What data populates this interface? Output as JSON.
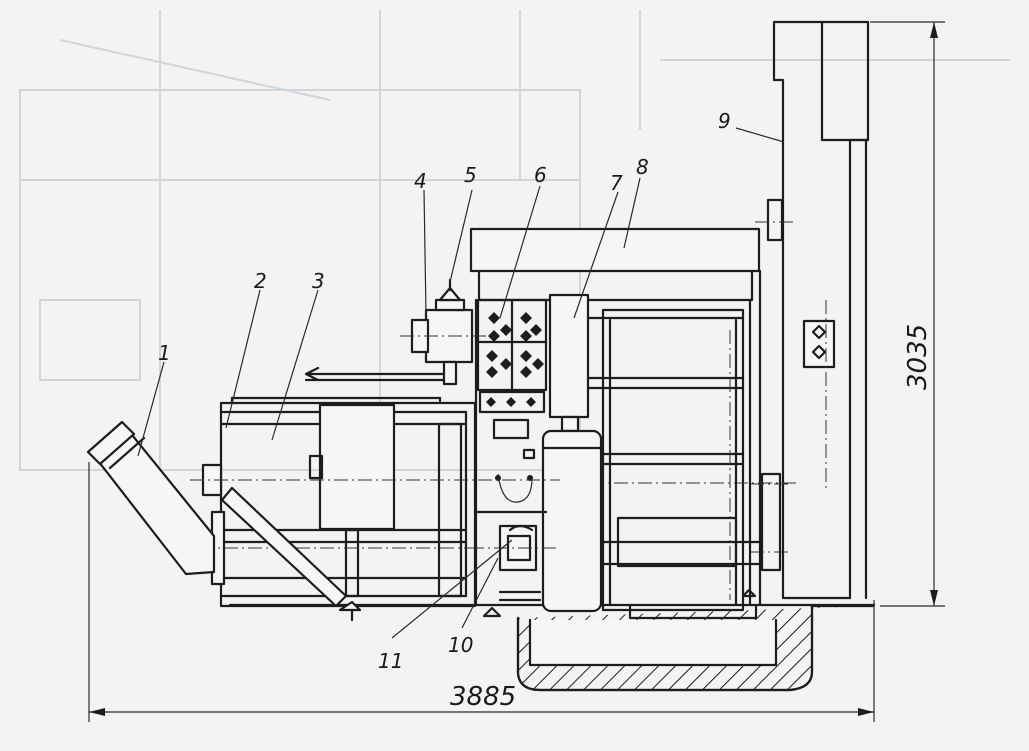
{
  "callouts": {
    "c1": "1",
    "c2": "2",
    "c3": "3",
    "c4": "4",
    "c5": "5",
    "c6": "6",
    "c7": "7",
    "c8": "8",
    "c9": "9",
    "c10": "10",
    "c11": "11"
  },
  "dimensions": {
    "width": "3885",
    "height": "3035"
  },
  "colors": {
    "paper": "#f4f3f1",
    "ink": "#1d1d1d",
    "ghost_print": "#cfd5db"
  }
}
